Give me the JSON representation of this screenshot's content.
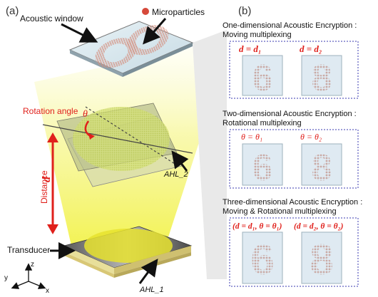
{
  "panel_a": {
    "label": "(a)",
    "acoustic_window": "Acoustic window",
    "microparticles": "Microparticles",
    "rotation_angle": "Rotation angle",
    "theta": "θ",
    "distance": "Distance",
    "d": "d",
    "ahl2": "AHL_2",
    "ahl1": "AHL_1",
    "transducer": "Transducer",
    "axes": {
      "z": "z",
      "y": "y",
      "x": "x"
    }
  },
  "panel_b": {
    "label": "(b)",
    "row1": {
      "title_1": "One-dimensional Acoustic Encryption :",
      "title_2": "Moving multiplexing",
      "left_cond": "d = d₁",
      "right_cond": "d = d₂",
      "left_digit": "6",
      "right_digit": "8"
    },
    "row2": {
      "title_1": "Two-dimensional Acoustic Encryption :",
      "title_2": "Rotational multiplexing",
      "left_cond": "θ = θ₁",
      "right_cond": "θ = θ₂",
      "left_digit": "6",
      "right_digit": "8"
    },
    "row3": {
      "title_1": "Three-dimensional Acoustic Encryption :",
      "title_2": "Moving & Rotational multiplexing",
      "left_cond": "(d = d₁, θ = θ₁)",
      "right_cond": "(d = d₂, θ = θ₂)",
      "left_digit": "6",
      "right_digit": "8"
    }
  },
  "colors": {
    "red": "#e0201b",
    "beam": "#f2f25a",
    "box_border": "#3a3ab0",
    "card": "#dfeaf2",
    "digit": "#c9a9a4"
  }
}
